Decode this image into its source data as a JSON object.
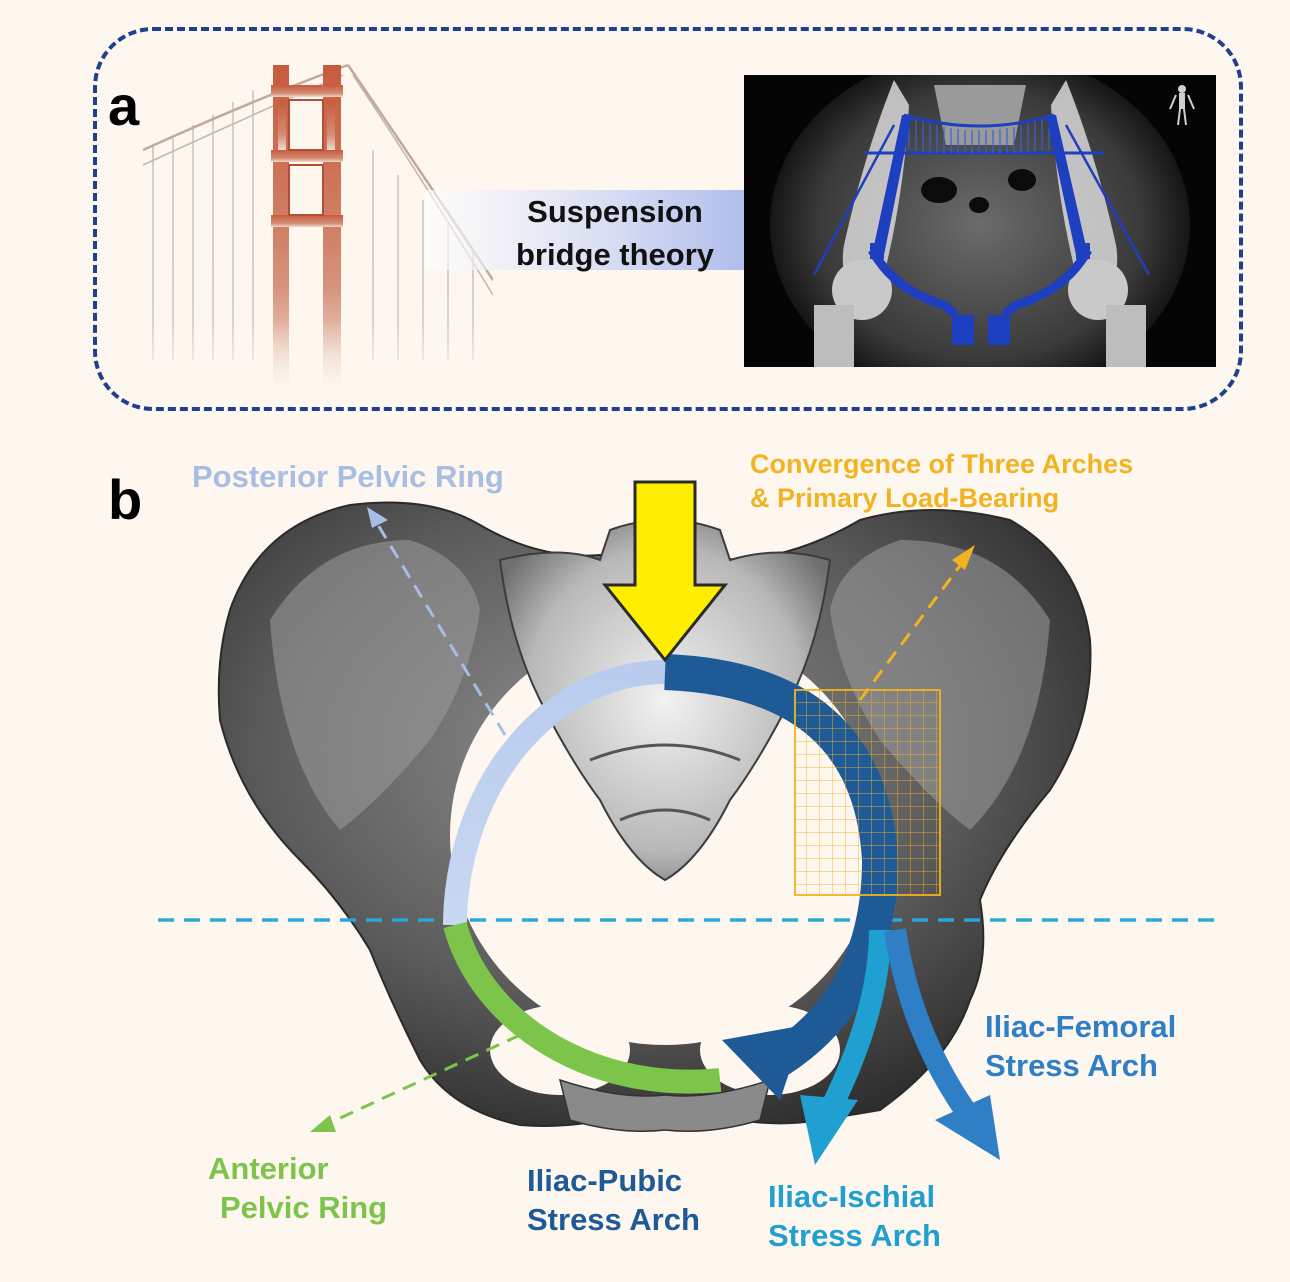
{
  "panel_a": {
    "letter": "a",
    "arrow_label_line1": "Suspension",
    "arrow_label_line2": "bridge theory",
    "frame_color": "#1f3f8f",
    "arrow_color": "#8fa3e6"
  },
  "panel_b": {
    "letter": "b",
    "posterior_ring": {
      "text": "Posterior Pelvic Ring",
      "color": "#a8bde3"
    },
    "convergence": {
      "line1": "Convergence of Three Arches",
      "line2": "& Primary Load-Bearing",
      "color": "#f2b321"
    },
    "anterior_ring": {
      "line1": "Anterior",
      "line2": "Pelvic Ring",
      "color": "#7cc44a"
    },
    "iliac_pubic": {
      "line1": "Iliac-Pubic",
      "line2": "Stress Arch",
      "color": "#1e5a96"
    },
    "iliac_ischial": {
      "line1": "Iliac-Ischial",
      "line2": "Stress Arch",
      "color": "#1fa0d0"
    },
    "iliac_femoral": {
      "line1": "Iliac-Femoral",
      "line2": "Stress Arch",
      "color": "#2f7fc7"
    },
    "load_arrow_color": "#ffee00",
    "midline_color": "#2aa6d8"
  }
}
